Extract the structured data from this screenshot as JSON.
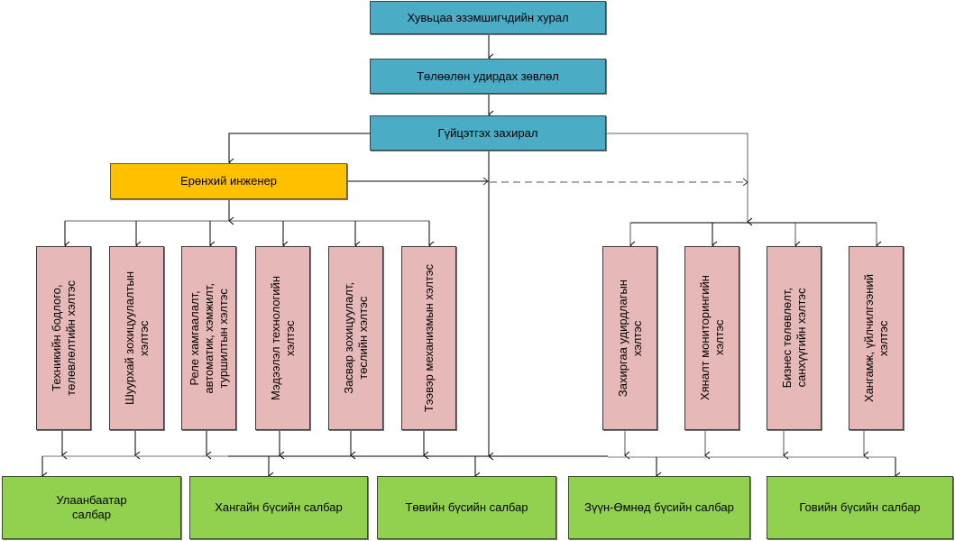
{
  "top": {
    "shareholders_meeting": "Хувьцаа эзэмшигчдийн хурал",
    "board_of_directors": "Төлөөлөн удирдах зөвлөл",
    "ceo": "Гүйцэтгэх захирал",
    "chief_engineer": "Ерөнхий инженер"
  },
  "engineering_departments": [
    {
      "label": "Техникийн бодлого,\nтөлөвлөлтийн хэлтэс"
    },
    {
      "label": "Шуурхай зохицуулалтын\nхэлтэс"
    },
    {
      "label": "Реле хамгаалалт,\nавтоматик, хэмжилт,\nтуршилтын хэлтэс"
    },
    {
      "label": "Мэдээлэл технологийн\nхэлтэс"
    },
    {
      "label": "Засвар зохицуулалт,\nтөслийн хэлтэс"
    },
    {
      "label": "Тээвэр механизмын хэлтэс"
    }
  ],
  "admin_departments": [
    {
      "label": "Захиргаа удирдлагын\nхэлтэс"
    },
    {
      "label": "Хяналт мониторингийн\nхэлтэс"
    },
    {
      "label": "Бизнес төлөвлөлт,\nсанхүүгийн хэлтэс"
    },
    {
      "label": "Хангамж, үйлчилгээний\nхэлтэс"
    }
  ],
  "branches": [
    {
      "label": "Улаанбаатар\nсалбар"
    },
    {
      "label": "Хангайн бүсийн салбар"
    },
    {
      "label": "Төвийн бүсийн салбар"
    },
    {
      "label": "Зүүн-Өмнөд бүсийн салбар"
    },
    {
      "label": "Говийн бүсийн салбар"
    }
  ],
  "colors": {
    "executive": "#4bacc6",
    "chief_engineer": "#ffc000",
    "department": "#e6b9b8",
    "branch": "#92d050"
  }
}
